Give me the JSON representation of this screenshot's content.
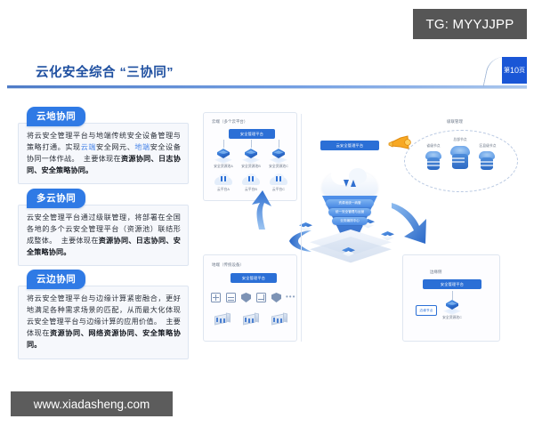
{
  "watermarks": {
    "top": "TG: MYYJJPP",
    "bottom": "www.xiadasheng.com"
  },
  "header": {
    "title": "云化安全综合 “三协同”",
    "page_badge_prefix": "第",
    "page_number": "10",
    "page_badge_suffix": "页",
    "accent_color": "#1e4fa0",
    "rule_color": "#2f64bd",
    "badge_color": "#1a56d6"
  },
  "panels": [
    {
      "tab": "云地协同",
      "lines": [
        "将云安全管理平台与地端传统安全设备管理与策",
        "略打通。实现",
        "云端",
        "安全网元、",
        "地端",
        "安全设备协同",
        "一体作战。 主要体现在",
        "资源协同、日志协同、安",
        "全策略协同。"
      ],
      "text": "将云安全管理平台与地端传统安全设备管理与策略打通。实现云端安全网元、地端安全设备协同一体作战。 主要体现在资源协同、日志协同、安全策略协同。"
    },
    {
      "tab": "多云协同",
      "text": "云安全管理平台通过级联管理，将部署在全国各地的多个云安全管理平台（资源池）联结形成整体。 主要体现在资源协同、日志协同、安全策略协同。"
    },
    {
      "tab": "云边协同",
      "text": "将云安全管理平台与边缘计算紧密融合，更好地满足各种需求场景的匹配，从而最大化体现云安全管理平台与边缘计算的应用价值。 主要体现在资源协同、网络资源协同、安全策略协同。"
    }
  ],
  "diagram": {
    "card_top_left": {
      "caption": "云端（多个云平台）",
      "pill": "安全管理平台",
      "pools": [
        {
          "label": "安全资源池A"
        },
        {
          "label": "安全资源池B"
        },
        {
          "label": "安全资源池C"
        }
      ],
      "clouds": [
        {
          "label": "云平台A"
        },
        {
          "label": "云平台B"
        },
        {
          "label": "云平台C"
        }
      ]
    },
    "card_bottom_left": {
      "caption": "地端（传统设备）",
      "pill": "安全管理平台",
      "devices": [
        "firewall-icon",
        "ids-icon",
        "shield-icon",
        "waf-icon",
        "vpn-icon",
        "more-dots-icon"
      ],
      "racks": 3
    },
    "card_bottom_right": {
      "caption": "边缘侧",
      "pill": "安全管理平台",
      "node_label": "安全资源池C",
      "side_label": "边缘节点"
    },
    "center": {
      "pill": "云安全管理平台",
      "stack": [
        "资源池统一纳管",
        "统一安全管理与运营",
        "业务编排中心"
      ],
      "sync_icon": "sync-updown-icon"
    },
    "right_group": {
      "caption": "级联管理",
      "megaphone_icon": "megaphone-icon",
      "nodes": [
        {
          "label": "省级节点"
        },
        {
          "label": "总部节点"
        },
        {
          "label": "区县级节点"
        }
      ]
    },
    "arrows": [
      {
        "name": "arrow-up-left",
        "direction": "up"
      },
      {
        "name": "arrow-down-right",
        "direction": "down"
      },
      {
        "name": "arrow-left",
        "direction": "left"
      }
    ],
    "colors": {
      "primary_blue": "#2b6fd6",
      "light_blue": "#7fb4f2",
      "megaphone_orange": "#f5a623",
      "card_border": "#dfe6f0"
    }
  }
}
